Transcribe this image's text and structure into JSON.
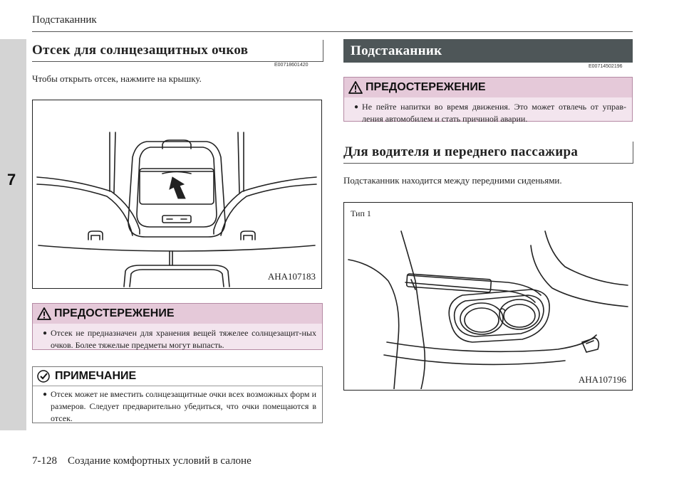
{
  "page": {
    "running_head": "Подстаканник",
    "chapter_tab": "7",
    "footer": "7-128    Создание комфортных условий в салоне"
  },
  "left": {
    "section_title": "Отсек для солнцезащитных очков",
    "section_code": "E00718601420",
    "intro": "Чтобы открыть отсек, нажмите на крышку.",
    "figure_label": "AHA107183",
    "warning": {
      "title": "ПРЕДОСТЕРЕЖЕНИЕ",
      "text": "Отсек не предназначен для хранения вещей тяжелее солнцезащит-ных очков. Более тяжелые предметы могут выпасть."
    },
    "note": {
      "title": "ПРИМЕЧАНИЕ",
      "text": "Отсек может не вместить солнцезащитные очки всех возможных форм и размеров. Следует предварительно убедиться, что очки помещаются в отсек."
    }
  },
  "right": {
    "section_title": "Подстаканник",
    "section_code": "E00714502196",
    "warning": {
      "title": "ПРЕДОСТЕРЕЖЕНИЕ",
      "text": "Не пейте напитки во время движения. Это может отвлечь от управ-ления автомобилем и стать причиной аварии."
    },
    "subsection_title": "Для водителя и переднего пассажира",
    "body": "Подстаканник находится между передними сиденьями.",
    "figure_type": "Тип 1",
    "figure_label": "AHA107196"
  },
  "icons": {
    "warning": "warning-triangle-icon",
    "note": "checkmark-icon",
    "bullet": "bullet-dot-icon"
  },
  "colors": {
    "warning_bg": "#f3e5ee",
    "warning_head": "#e5c9d9",
    "dark_head": "#4e5658",
    "sidebar": "#d4d4d4"
  }
}
